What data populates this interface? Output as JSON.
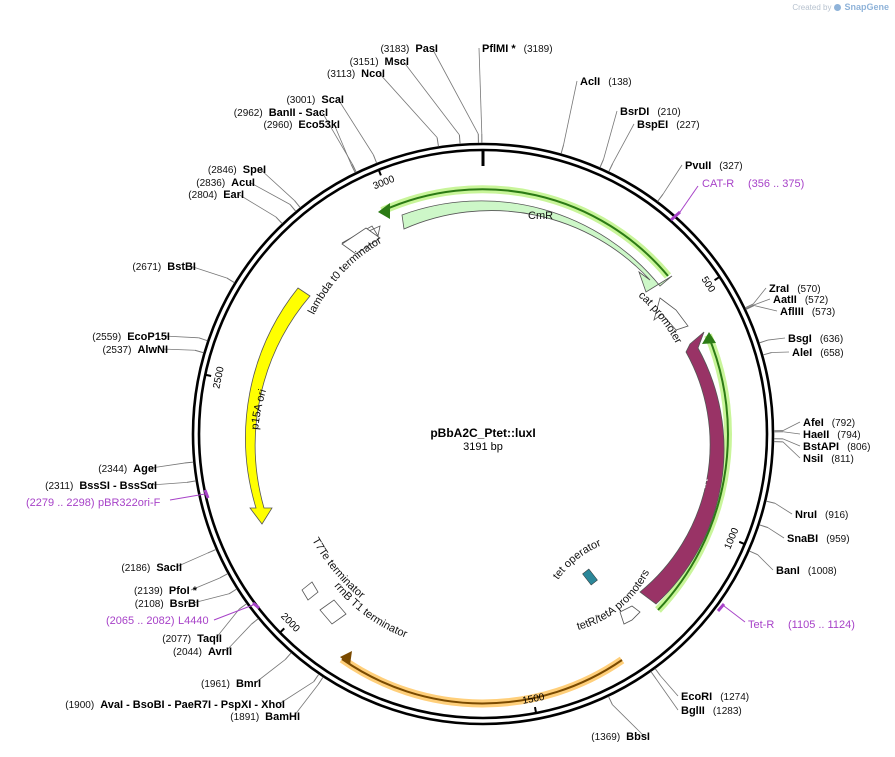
{
  "credit": {
    "created_by": "Created by",
    "brand": "SnapGene"
  },
  "plasmid": {
    "name": "pBbA2C_Ptet::luxI",
    "size": "3191 bp",
    "length": 3191
  },
  "ticks": [
    {
      "label": "500",
      "pos": 500
    },
    {
      "label": "1000",
      "pos": 1000
    },
    {
      "label": "1500",
      "pos": 1500
    },
    {
      "label": "2000",
      "pos": 2000
    },
    {
      "label": "2500",
      "pos": 2500
    },
    {
      "label": "3000",
      "pos": 3000
    }
  ],
  "enzymes": [
    {
      "name": "PflMI *",
      "pos": "(3189)",
      "site": 3189
    },
    {
      "name": "PasI",
      "pos": "(3183)",
      "site": 3183
    },
    {
      "name": "MscI",
      "pos": "(3151)",
      "site": 3151
    },
    {
      "name": "NcoI",
      "pos": "(3113)",
      "site": 3113
    },
    {
      "name": "ScaI",
      "pos": "(3001)",
      "site": 3001
    },
    {
      "name": "BanII  - SacI",
      "pos": "(2962)",
      "site": 2962
    },
    {
      "name": "Eco53kI",
      "pos": "(2960)",
      "site": 2960
    },
    {
      "name": "SpeI",
      "pos": "(2846)",
      "site": 2846
    },
    {
      "name": "AcuI",
      "pos": "(2836)",
      "site": 2836
    },
    {
      "name": "EarI",
      "pos": "(2804)",
      "site": 2804
    },
    {
      "name": "BstBI",
      "pos": "(2671)",
      "site": 2671
    },
    {
      "name": "EcoP15I",
      "pos": "(2559)",
      "site": 2559
    },
    {
      "name": "AlwNI",
      "pos": "(2537)",
      "site": 2537
    },
    {
      "name": "AgeI",
      "pos": "(2344)",
      "site": 2344
    },
    {
      "name": "BssSI  - BssSαI",
      "pos": "(2311)",
      "site": 2311
    },
    {
      "name": "SacII",
      "pos": "(2186)",
      "site": 2186
    },
    {
      "name": "PfoI *",
      "pos": "(2139)",
      "site": 2139
    },
    {
      "name": "BsrBI",
      "pos": "(2108)",
      "site": 2108
    },
    {
      "name": "TaqII",
      "pos": "(2077)",
      "site": 2077
    },
    {
      "name": "AvrII",
      "pos": "(2044)",
      "site": 2044
    },
    {
      "name": "BmrI",
      "pos": "(1961)",
      "site": 1961
    },
    {
      "name": "AvaI  - BsoBI  - PaeR7I  - PspXI  - XhoI",
      "pos": "(1900)",
      "site": 1900
    },
    {
      "name": "BamHI",
      "pos": "(1891)",
      "site": 1891
    },
    {
      "name": "BbsI",
      "pos": "(1369)",
      "site": 1369
    },
    {
      "name": "BglII",
      "pos": "(1283)",
      "site": 1283
    },
    {
      "name": "EcoRI",
      "pos": "(1274)",
      "site": 1274
    },
    {
      "name": "BanI",
      "pos": "(1008)",
      "site": 1008
    },
    {
      "name": "SnaBI",
      "pos": "(959)",
      "site": 959
    },
    {
      "name": "NruI",
      "pos": "(916)",
      "site": 916
    },
    {
      "name": "NsiI",
      "pos": "(811)",
      "site": 811
    },
    {
      "name": "BstAPI",
      "pos": "(806)",
      "site": 806
    },
    {
      "name": "HaeII",
      "pos": "(794)",
      "site": 794
    },
    {
      "name": "AfeI",
      "pos": "(792)",
      "site": 792
    },
    {
      "name": "AleI",
      "pos": "(658)",
      "site": 658
    },
    {
      "name": "BsgI",
      "pos": "(636)",
      "site": 636
    },
    {
      "name": "AflIII",
      "pos": "(573)",
      "site": 573
    },
    {
      "name": "AatII",
      "pos": "(572)",
      "site": 572
    },
    {
      "name": "ZraI",
      "pos": "(570)",
      "site": 570
    },
    {
      "name": "PvuII",
      "pos": "(327)",
      "site": 327
    },
    {
      "name": "BspEI",
      "pos": "(227)",
      "site": 227
    },
    {
      "name": "BsrDI",
      "pos": "(210)",
      "site": 210
    },
    {
      "name": "AclI",
      "pos": "(138)",
      "site": 138
    }
  ],
  "primers": [
    {
      "name": "CAT-R",
      "range": "(356 .. 375)"
    },
    {
      "name": "Tet-R",
      "range": "(1105 .. 1124)"
    },
    {
      "name": "L4440",
      "range": "(2065 .. 2082)"
    },
    {
      "name": "pBR322ori-F",
      "range": "(2279 .. 2298)"
    }
  ],
  "features": {
    "cmr": "CmR",
    "lambda_term": "lambda t0 terminator",
    "cat_promoter": "cat promoter",
    "p15a_ori": "p15A ori",
    "tetr": "TetR",
    "tet_operator": "tet operator",
    "tetr_teta_promoters": "tetR/tetA promoters",
    "t7te_term": "T7Te terminator",
    "rrnb_term": "rrnB T1 terminator"
  },
  "colors": {
    "cmr_fill": "#cdf7c8",
    "ori_fill": "#ffff00",
    "tetr_fill": "#993366",
    "operator_fill": "#2b8799",
    "primer": "#a742c8",
    "orf_green": "#2c7b15",
    "orf_glow_green": "#c9f59a",
    "orf_orange": "#ffcf7a"
  }
}
